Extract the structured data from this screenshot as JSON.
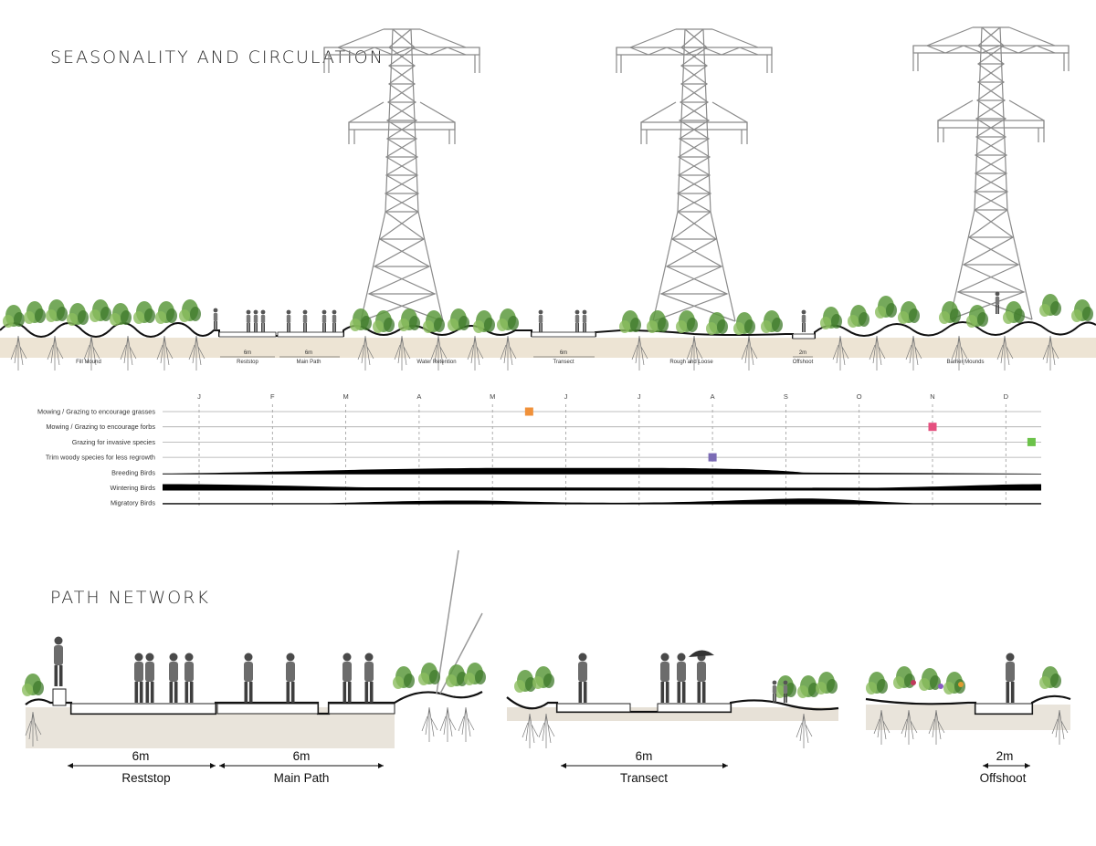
{
  "titles": {
    "seasonality": "SEASONALITY AND CIRCULATION",
    "path_network": "PATH NETWORK"
  },
  "section_labels": {
    "fill_mound": "Fill Mound",
    "reststop": "Reststop",
    "main_path": "Main Path",
    "water_retention": "Water Retention",
    "transect": "Transect",
    "rough_and_loose": "Rough and Loose",
    "offshoot": "Offshoot",
    "barrier_mounds": "Barrier Mounds"
  },
  "section_dims": {
    "reststop": "6m",
    "main_path": "6m",
    "transect": "6m",
    "offshoot": "2m"
  },
  "calendar": {
    "months": [
      "J",
      "F",
      "M",
      "A",
      "M",
      "J",
      "J",
      "A",
      "S",
      "O",
      "N",
      "D"
    ],
    "rows": [
      {
        "label": "Mowing / Grazing to encourage grasses",
        "marker_month": 4.5,
        "color": "#f0913a"
      },
      {
        "label": "Mowing / Grazing to encourage forbs",
        "marker_month": 10.0,
        "color": "#e5507f"
      },
      {
        "label": "Grazing for invasive species",
        "marker_month": 11.35,
        "color": "#6cc24a"
      },
      {
        "label": "Trim woody species for less regrowth",
        "marker_month": 7.0,
        "color": "#7b6bb5"
      },
      {
        "label": "Breeding Birds"
      },
      {
        "label": "Wintering Birds"
      },
      {
        "label": "Migratory Birds"
      }
    ]
  },
  "path_network": {
    "reststop": {
      "label": "Reststop",
      "dim": "6m"
    },
    "main_path": {
      "label": "Main Path",
      "dim": "6m"
    },
    "transect": {
      "label": "Transect",
      "dim": "6m"
    },
    "offshoot": {
      "label": "Offshoot",
      "dim": "2m"
    }
  },
  "colors": {
    "grass": "#4f8a35",
    "soil": "#d9c7a8",
    "root": "#6b6b6b",
    "tower": "#7a7a7a"
  }
}
